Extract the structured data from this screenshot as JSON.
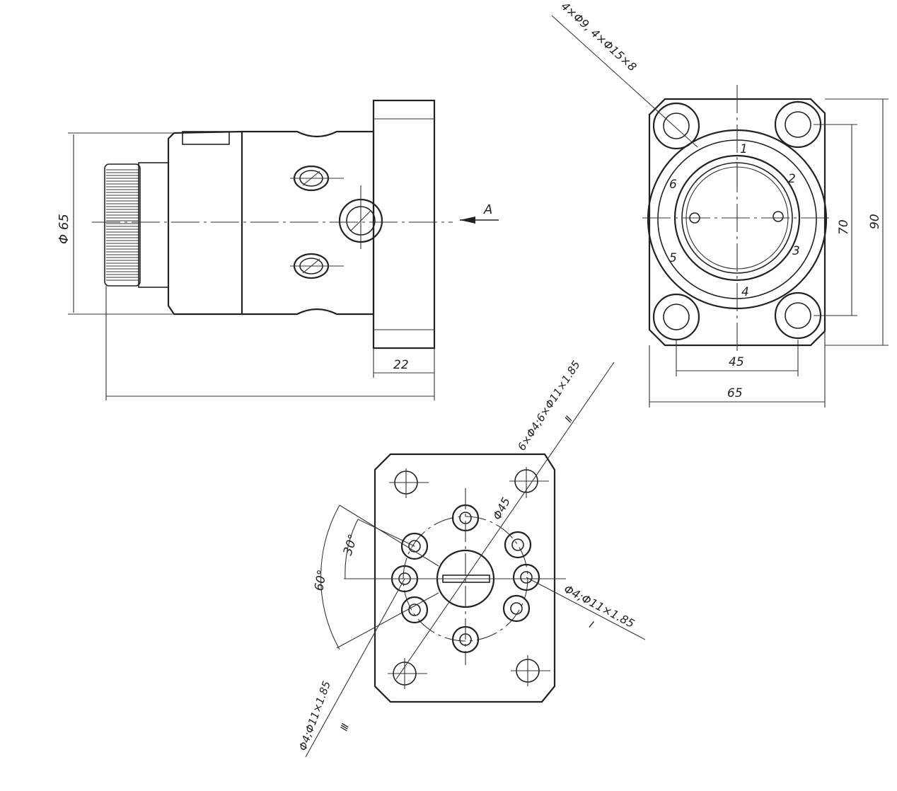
{
  "side_view": {
    "diameter_label": "Φ 65",
    "flange_dimension": "22",
    "view_arrow_label": "A"
  },
  "end_view": {
    "holes_callout": "4×Φ9, 4×Φ15×8",
    "width_outer": "65",
    "width_inner": "45",
    "height_inner": "70",
    "height_outer": "90",
    "port_numbers": [
      "1",
      "2",
      "3",
      "4",
      "5",
      "6"
    ]
  },
  "face_view": {
    "callout_top": "6×Φ4;6×Φ11×1.85",
    "callout_top_mark": "Ⅱ",
    "diameter_label": "Φ45",
    "callout_right": "Φ4;Φ11×1.85",
    "callout_right_mark": "Ⅰ",
    "callout_bottom": "Φ4;Φ11×1.85",
    "callout_bottom_mark": "Ⅲ",
    "angle_small": "30°",
    "angle_large": "60°"
  }
}
